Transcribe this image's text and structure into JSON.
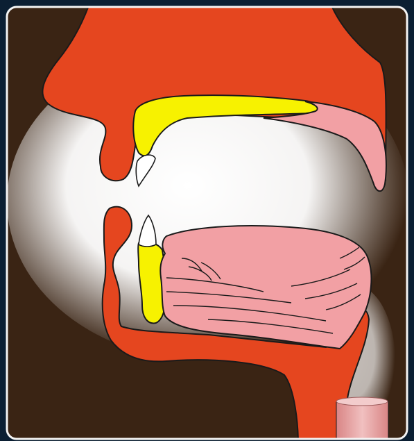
{
  "colors": {
    "outer_background": "#0b1f33",
    "frame_border": "#f5f5f5",
    "panel_background": "#3a2414",
    "airflow_glow": "#ffffff",
    "face_tissue": "#e5461f",
    "bone_and_jaw": "#f7f200",
    "tongue_and_soft_palate": "#f2a0a4",
    "teeth": "#ffffff",
    "trachea": "#e8a8a8",
    "outline": "#1a1a1a"
  },
  "diagram": {
    "view": "sagittal-section-of-mouth",
    "parts": [
      "nose-and-upper-lip",
      "hard-palate",
      "soft-palate",
      "upper-teeth",
      "lower-lip",
      "lower-teeth",
      "mandible",
      "tongue",
      "chin-and-throat",
      "trachea"
    ]
  }
}
